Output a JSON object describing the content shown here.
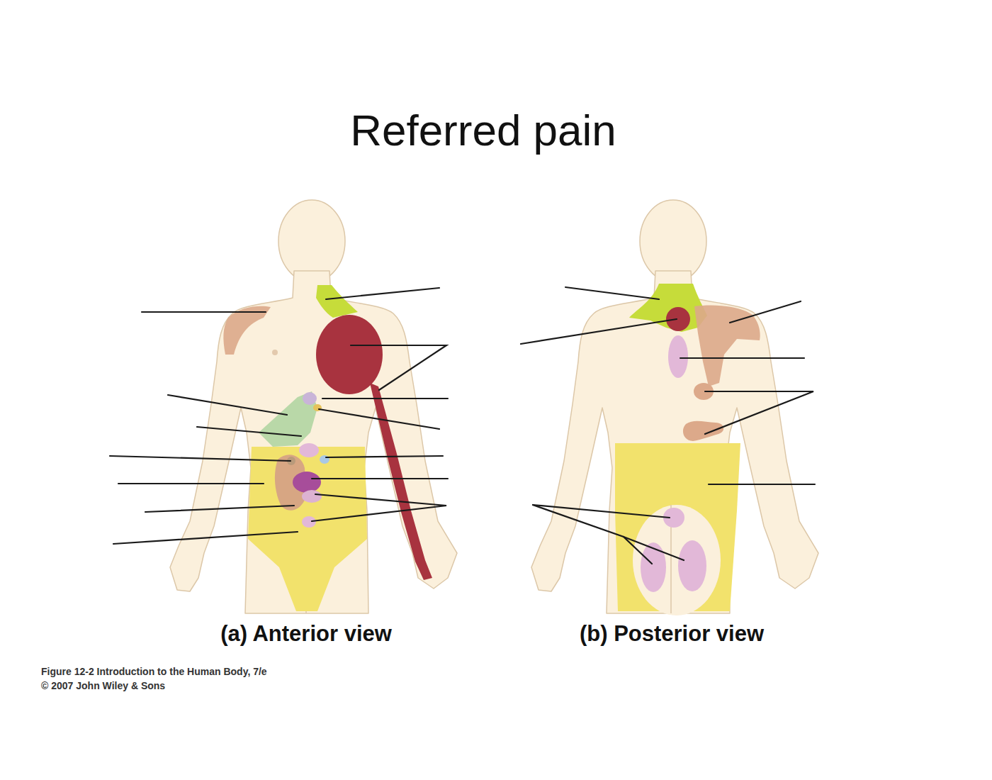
{
  "diagram": {
    "title": "Referred pain",
    "labels": [
      "(a) Anterior view",
      "(b) Posterior view",
      "Figure 12-2 Introduction to the Human Body, 7/e",
      "© 2007 John Wiley & Sons"
    ]
  }
}
